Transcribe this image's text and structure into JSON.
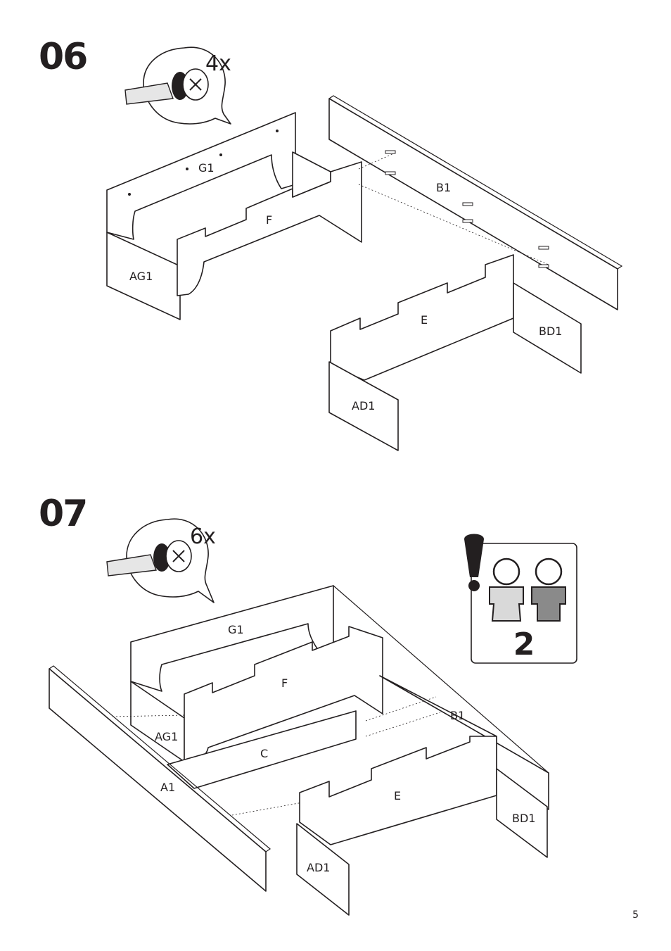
{
  "steps": [
    {
      "number": "06",
      "quantity": "4x",
      "parts": {
        "g1": "G1",
        "f": "F",
        "b1": "B1",
        "ag1": "AG1",
        "e": "E",
        "bd1": "BD1",
        "ad1": "AD1"
      }
    },
    {
      "number": "07",
      "quantity": "6x",
      "parts": {
        "g1": "G1",
        "f": "F",
        "b1": "B1",
        "ag1": "AG1",
        "c": "C",
        "a1": "A1",
        "e": "E",
        "bd1": "BD1",
        "ad1": "AD1"
      },
      "people_required": "2"
    }
  ],
  "page_number": "5",
  "icons": [
    "screwdriver-callout-icon",
    "two-people-icon",
    "warning-exclamation-icon"
  ]
}
